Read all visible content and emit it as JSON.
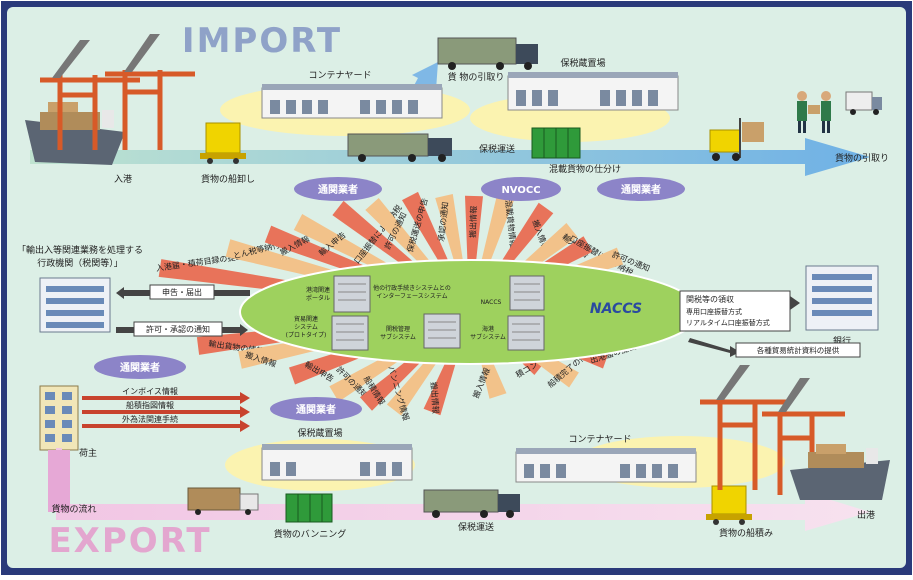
{
  "titles": {
    "import": "IMPORT",
    "export": "EXPORT"
  },
  "import_flow": {
    "port_in": "入港",
    "unloading": "貨物の船卸し",
    "container_yard": "コンテナヤード",
    "cargo_pickup_top": "貨 物の引取り",
    "bonded_area": "保税蔵置場",
    "bonded_transport": "保税運送",
    "devanning": "混載貨物の仕分け",
    "cargo_pickup_right": "貨物の引取り"
  },
  "export_flow": {
    "bonded_area": "保税蔵置場",
    "container_yard": "コンテナヤード",
    "cargo_flow": "貨物の流れ",
    "vanning": "貨物のバンニング",
    "bonded_transport": "保税運送",
    "loading": "貨物の船積み",
    "port_out": "出港",
    "shipper": "荷主"
  },
  "actors": {
    "customs_broker_1": "通関業者",
    "nvocc": "NVOCC",
    "customs_broker_2": "通関業者",
    "customs_broker_3": "通関業者",
    "customs_broker_4": "通関業者"
  },
  "agency": {
    "title_line1": "「輸出入等関連業務を処理する",
    "title_line2": "行政機関（税関等）」",
    "declare": "申告・届出",
    "permit": "許可・承認の通知"
  },
  "bank": {
    "label": "銀行",
    "collect": "関税等の領収",
    "method1": "専用口座振替方式",
    "method2": "リアルタイム口座振替方式",
    "stats": "各種貿易統計資料の提供"
  },
  "center": {
    "naccs": "NACCS",
    "naccs_small": "NACCS",
    "interface_line1": "他の行政手続きシステムとの",
    "interface_line2": "インターフェースシステム",
    "port_label_1": "港湾関連",
    "port_label_2": "ポータル",
    "trade_label_1": "貿易関連",
    "trade_label_2": "システム",
    "trade_label_3": "(プロトタイプ)",
    "pest_label_1": "関税管理",
    "pest_label_2": "サブシステム",
    "sea_label_1": "海港",
    "sea_label_2": "サブシステム"
  },
  "rays_upper": [
    "入港届・積荷目録の提出",
    "とん税等納付申告",
    "搬入情報",
    "輸入申告",
    "口座振替による納税",
    "許可の通知",
    "保税運送の申告",
    "承認の通知",
    "搬出情報",
    "混載貨物情報",
    "搬入情報",
    "輸入申告",
    "口座振替による納税",
    "許可の通知"
  ],
  "rays_lower": [
    "輸出貨物の情報",
    "搬入情報",
    "輸出申告",
    "許可の通知",
    "船積情報",
    "バンニング情報",
    "搬出情報",
    "搬入情報",
    "積コンテナ情報",
    "船積完了の情報",
    "出港届の提出"
  ],
  "shipper_info": [
    "インボイス情報",
    "船積指図情報",
    "外為法関連手続"
  ],
  "colors": {
    "frame": "#2a3a7a",
    "background": "#dcefe6",
    "import_title": "#8fa2c8",
    "export_title": "#e3a6cf",
    "import_arrow": "#7fb8e6",
    "export_arrow": "#e6a8d6",
    "ray": "#e8735a",
    "ray_light": "#f2c28a",
    "ellipse": "#9ed15e",
    "bubble": "#8c84c8",
    "crane": "#d75a28"
  }
}
